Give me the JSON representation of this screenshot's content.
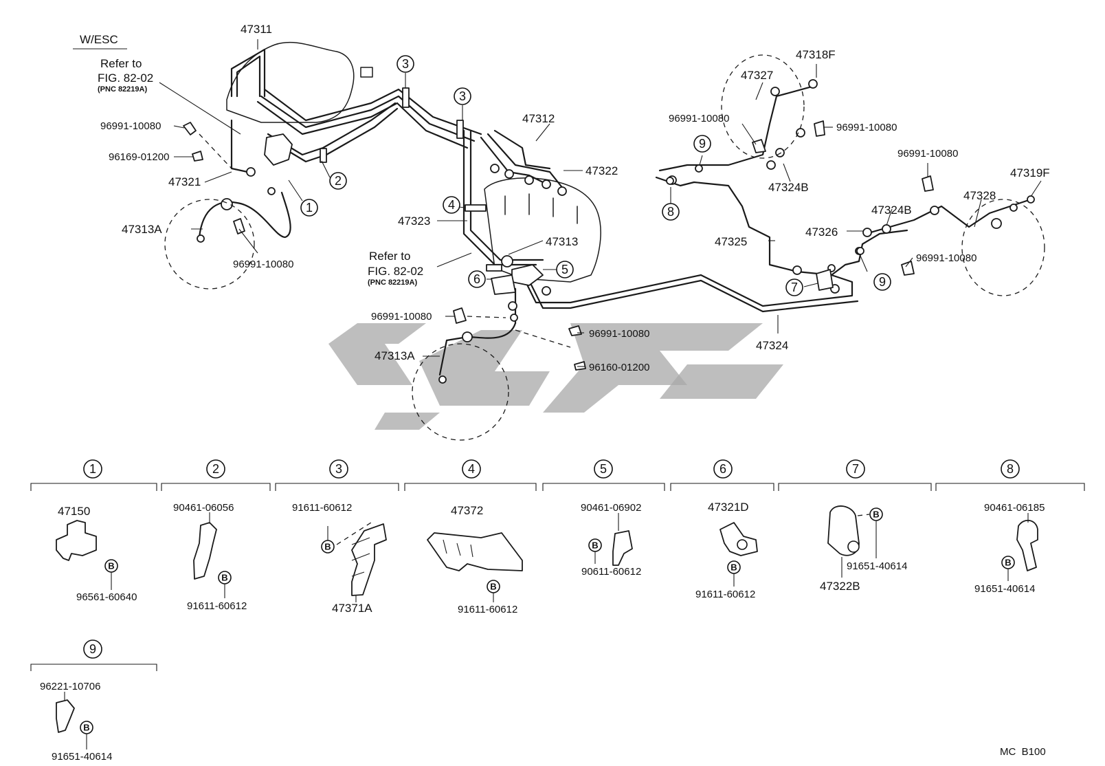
{
  "header": {
    "variant_label": "W/ESC"
  },
  "refer_notes": [
    {
      "line1": "Refer to",
      "line2": "FIG. 82-02",
      "line3": "(PNC 82219A)"
    },
    {
      "line1": "Refer to",
      "line2": "FIG. 82-02",
      "line3": "(PNC 82219A)"
    }
  ],
  "part_labels": {
    "p47311": "47311",
    "p96991_a": "96991-10080",
    "p96169": "96169-01200",
    "p47321": "47321",
    "p47313A_a": "47313A",
    "p96991_b": "96991-10080",
    "p47312": "47312",
    "p47322": "47322",
    "p47323": "47323",
    "p47313": "47313",
    "p96991_c": "96991-10080",
    "p47313A_b": "47313A",
    "p96991_d": "96991-10080",
    "p96160": "96160-01200",
    "p47324": "47324",
    "p47318F": "47318F",
    "p47327": "47327",
    "p96991_e": "96991-10080",
    "p96991_f": "96991-10080",
    "p47324B_a": "47324B",
    "p96991_g": "96991-10080",
    "p47319F": "47319F",
    "p47328": "47328",
    "p47324B_b": "47324B",
    "p47326": "47326",
    "p47325": "47325",
    "p96991_h": "96991-10080"
  },
  "callouts": [
    "1",
    "2",
    "3",
    "4",
    "5",
    "6",
    "7",
    "8",
    "9"
  ],
  "detail_panels": [
    {
      "num": "1",
      "labels": [
        "47150",
        "96561-60640"
      ]
    },
    {
      "num": "2",
      "labels": [
        "90461-06056",
        "91611-60612"
      ]
    },
    {
      "num": "3",
      "labels": [
        "91611-60612",
        "47371A"
      ]
    },
    {
      "num": "4",
      "labels": [
        "47372",
        "91611-60612"
      ]
    },
    {
      "num": "5",
      "labels": [
        "90461-06902",
        "90611-60612"
      ]
    },
    {
      "num": "6",
      "labels": [
        "47321D",
        "91611-60612"
      ]
    },
    {
      "num": "7",
      "labels": [
        "91651-40614",
        "47322B"
      ]
    },
    {
      "num": "8",
      "labels": [
        "90461-06185",
        "91651-40614"
      ]
    },
    {
      "num": "9",
      "labels": [
        "96221-10706",
        "91651-40614"
      ]
    }
  ],
  "bolt_symbol": "B",
  "footer": {
    "code": "MC  B100"
  },
  "icons": [
    "bolt-b-icon",
    "brake-line",
    "clamp-icon"
  ]
}
